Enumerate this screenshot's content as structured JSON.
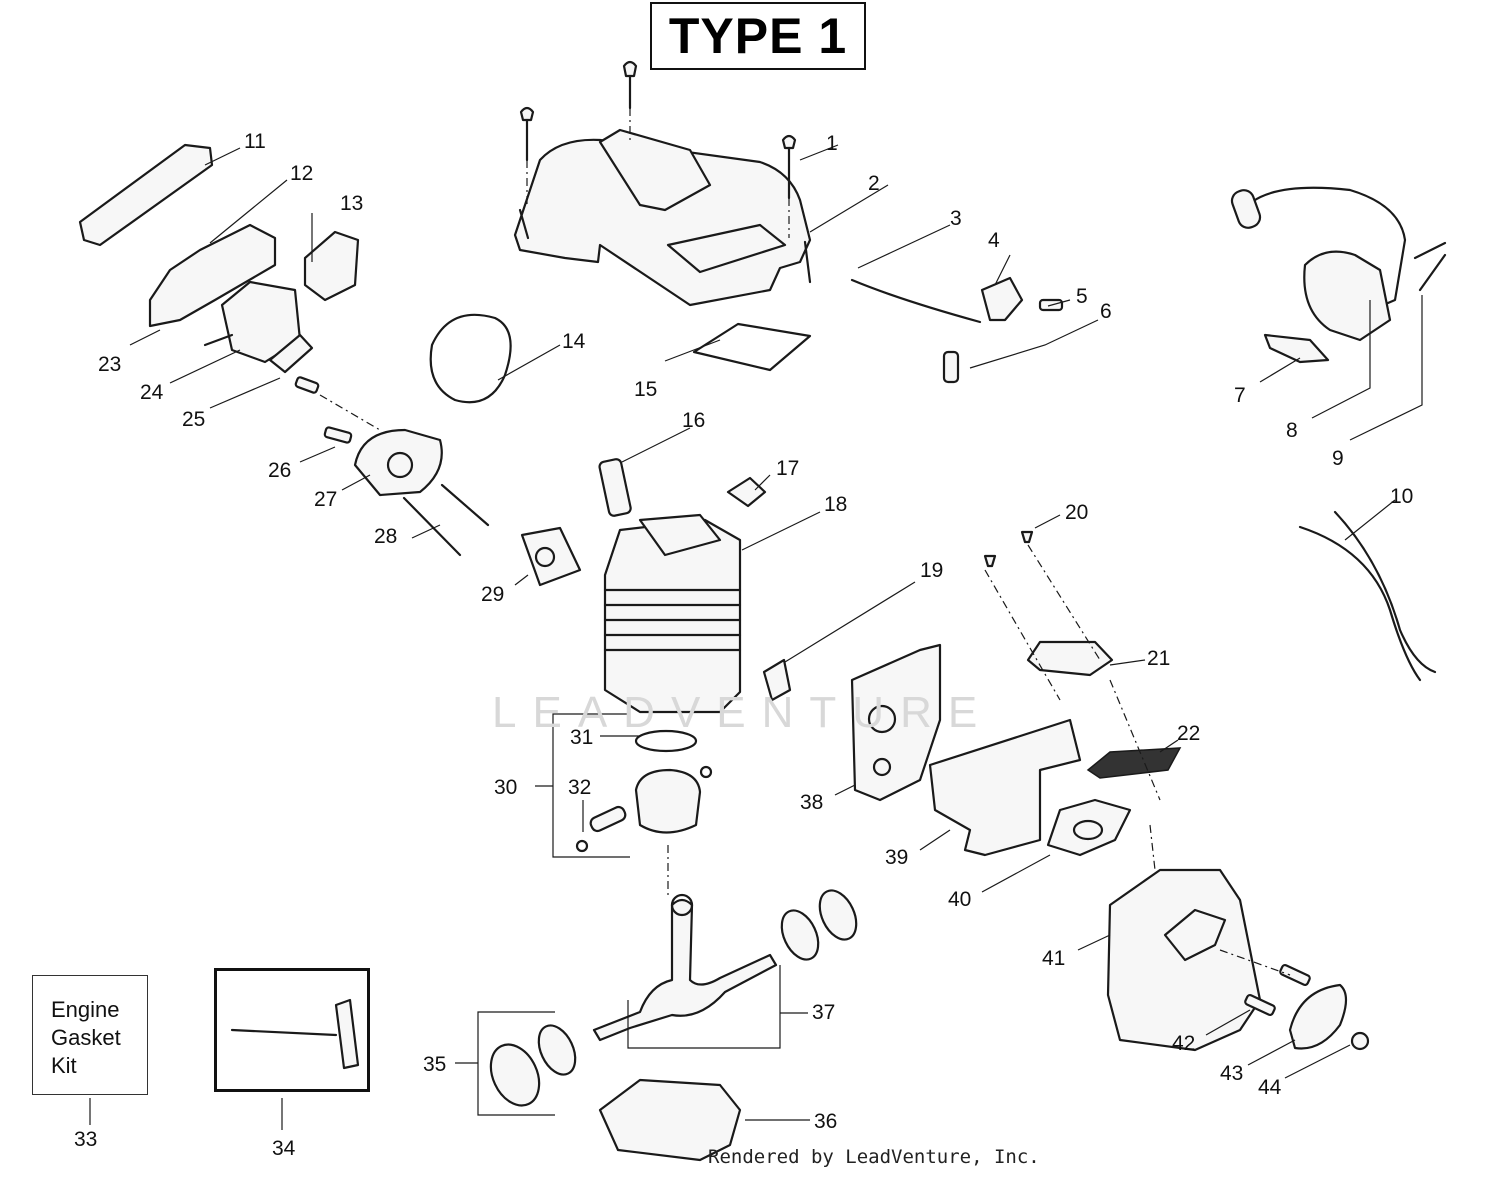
{
  "header": {
    "title": "TYPE 1"
  },
  "kit_box": {
    "lines": [
      "Engine",
      "Gasket",
      "Kit"
    ]
  },
  "watermark": "LEADVENTURE",
  "credit": "Rendered by LeadVenture, Inc.",
  "callouts": [
    "1",
    "2",
    "3",
    "4",
    "5",
    "6",
    "7",
    "8",
    "9",
    "10",
    "11",
    "12",
    "13",
    "14",
    "15",
    "16",
    "17",
    "18",
    "19",
    "20",
    "21",
    "22",
    "23",
    "24",
    "25",
    "26",
    "27",
    "28",
    "29",
    "30",
    "31",
    "32",
    "33",
    "34",
    "35",
    "36",
    "37",
    "38",
    "39",
    "40",
    "41",
    "42",
    "43",
    "44"
  ]
}
